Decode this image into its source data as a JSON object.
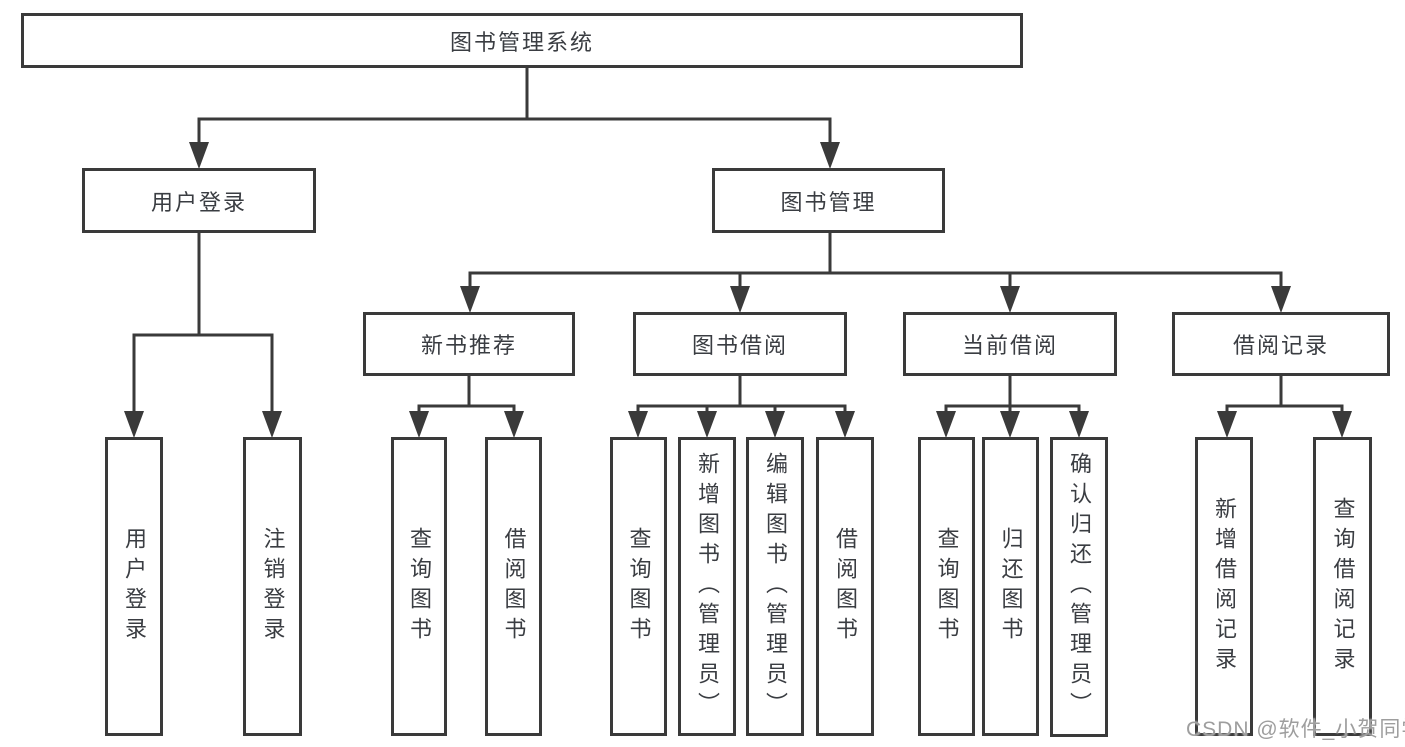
{
  "diagram": {
    "root": {
      "label": "图书管理系统"
    },
    "level2": [
      {
        "label": "用户登录"
      },
      {
        "label": "图书管理"
      }
    ],
    "level3": [
      {
        "label": "新书推荐",
        "parent": "图书管理"
      },
      {
        "label": "图书借阅",
        "parent": "图书管理"
      },
      {
        "label": "当前借阅",
        "parent": "图书管理"
      },
      {
        "label": "借阅记录",
        "parent": "图书管理"
      }
    ],
    "leaves": [
      {
        "label": "用户登录",
        "parent": "用户登录"
      },
      {
        "label": "注销登录",
        "parent": "用户登录"
      },
      {
        "label": "查询图书",
        "parent": "新书推荐"
      },
      {
        "label": "借阅图书",
        "parent": "新书推荐"
      },
      {
        "label": "查询图书",
        "parent": "图书借阅"
      },
      {
        "label": "新增图书（管理员）",
        "parent": "图书借阅"
      },
      {
        "label": "编辑图书（管理员）",
        "parent": "图书借阅"
      },
      {
        "label": "借阅图书",
        "parent": "图书借阅"
      },
      {
        "label": "查询图书",
        "parent": "当前借阅"
      },
      {
        "label": "归还图书",
        "parent": "当前借阅"
      },
      {
        "label": "确认归还（管理员）",
        "parent": "当前借阅"
      },
      {
        "label": "新增借阅记录",
        "parent": "借阅记录"
      },
      {
        "label": "查询借阅记录",
        "parent": "借阅记录"
      }
    ],
    "watermark": "CSDN @软件_小贺同学",
    "colors": {
      "line": "#3a3a3a",
      "text": "#3a3d42",
      "background": "#ffffff",
      "watermark": "#9e9e9e"
    }
  }
}
